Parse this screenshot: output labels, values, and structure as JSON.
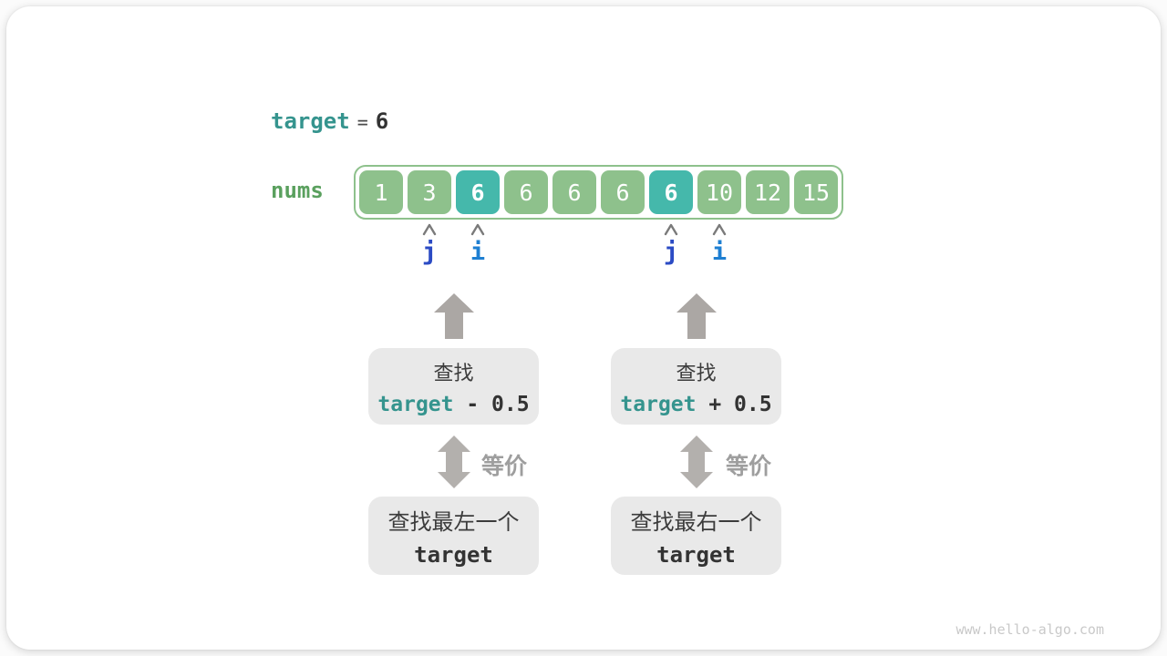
{
  "header": {
    "target_label": "target",
    "equals": "=",
    "target_value": "6"
  },
  "array": {
    "label": "nums",
    "cells": [
      {
        "value": "1",
        "highlight": false
      },
      {
        "value": "3",
        "highlight": false
      },
      {
        "value": "6",
        "highlight": true
      },
      {
        "value": "6",
        "highlight": false
      },
      {
        "value": "6",
        "highlight": false
      },
      {
        "value": "6",
        "highlight": false
      },
      {
        "value": "6",
        "highlight": true
      },
      {
        "value": "10",
        "highlight": false
      },
      {
        "value": "12",
        "highlight": false
      },
      {
        "value": "15",
        "highlight": false
      }
    ]
  },
  "pointers": {
    "items": [
      {
        "label": "j",
        "cell_index": 1
      },
      {
        "label": "i",
        "cell_index": 2
      },
      {
        "label": "j",
        "cell_index": 6
      },
      {
        "label": "i",
        "cell_index": 7
      }
    ]
  },
  "columns": {
    "left": {
      "search_line1": "查找",
      "search_expr_var": "target",
      "search_expr_op": " - 0.5",
      "equiv_label": "等价",
      "result_line1": "查找最左一个",
      "result_line2": "target"
    },
    "right": {
      "search_line1": "查找",
      "search_expr_var": "target",
      "search_expr_op": " + 0.5",
      "equiv_label": "等价",
      "result_line1": "查找最右一个",
      "result_line2": "target"
    }
  },
  "watermark": "www.hello-algo.com",
  "colors": {
    "teal_text": "#35948e",
    "green_cell": "#8ec18c",
    "teal_cell": "#45b8ab",
    "green_label": "#5aa05e",
    "pointer_j": "#2b4bc4",
    "pointer_i": "#1e7fd2",
    "arrow_gray": "#aba7a4",
    "equiv_arrow_gray": "#b3b0ad"
  }
}
